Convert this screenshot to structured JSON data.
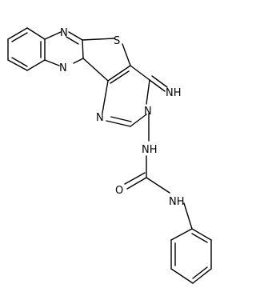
{
  "diagram": {
    "atoms": [
      {
        "id": "n-imidazole-top",
        "label": "N"
      },
      {
        "id": "s-thiazole",
        "label": "S"
      },
      {
        "id": "n-bridgehead",
        "label": "N"
      },
      {
        "id": "imine-nh",
        "label": "NH"
      },
      {
        "id": "n-pyrimidine-left",
        "label": "N"
      },
      {
        "id": "n-pyrimidine-right",
        "label": "N"
      },
      {
        "id": "hydrazide-nh",
        "label": "NH"
      },
      {
        "id": "carbonyl-o",
        "label": "O"
      },
      {
        "id": "anilide-nh",
        "label": "NH"
      }
    ]
  }
}
